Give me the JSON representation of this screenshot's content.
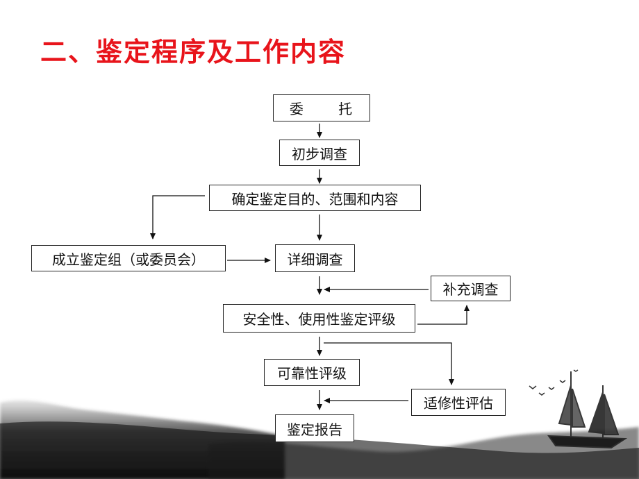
{
  "slide": {
    "title": "二、鉴定程序及工作内容"
  },
  "flow": {
    "entrust": "委 托",
    "preliminary_survey": "初步调查",
    "determine_scope": "确定鉴定目的、范围和内容",
    "form_team": "成立鉴定组（或委员会）",
    "detailed_survey": "详细调查",
    "supplementary_survey": "补充调查",
    "safety_usability_rating": "安全性、使用性鉴定评级",
    "reliability_rating": "可靠性评级",
    "adaptability_assessment": "适修性评估",
    "report": "鉴定报告"
  }
}
